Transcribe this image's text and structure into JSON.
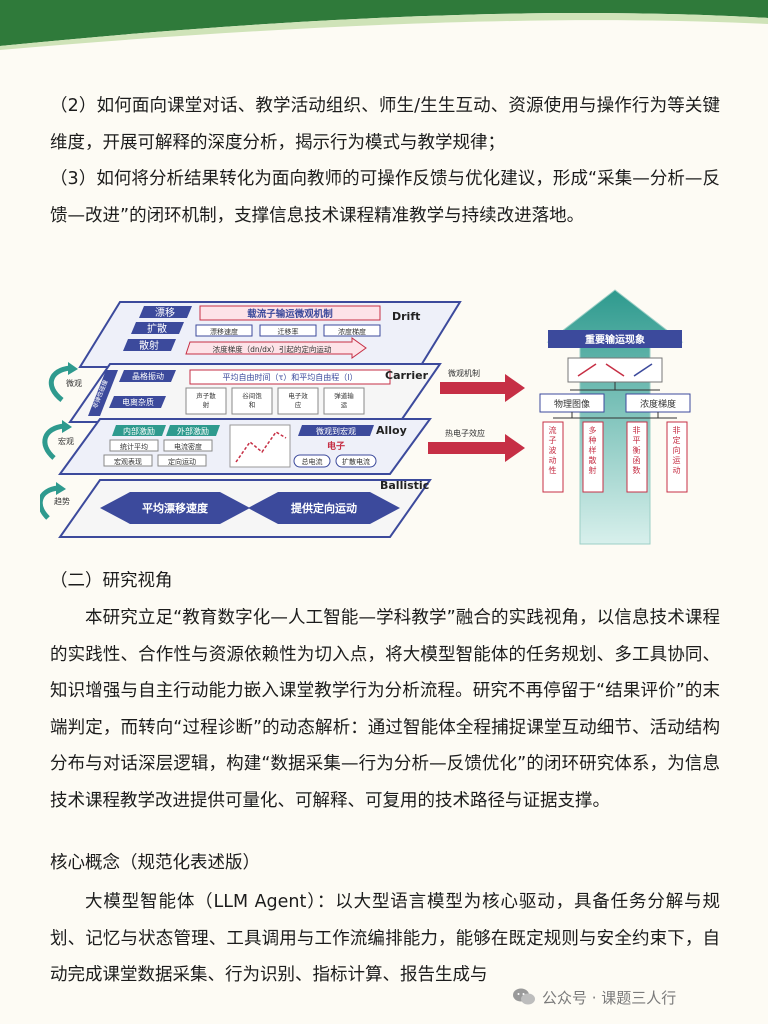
{
  "questions": {
    "q2": "（2）如何面向课堂对话、教学活动组织、师生/生生互动、资源使用与操作行为等关键维度，开展可解释的深度分析，揭示行为模式与教学规律；",
    "q3": "（3）如何将分析结果转化为面向教师的可操作反馈与优化建议，形成“采集—分析—反馈—改进”的闭环机制，支撑信息技术课程精准教学与持续改进落地。"
  },
  "figure": {
    "drift_tag": "Drift",
    "carrier_tag": "Carrier",
    "alloy_tag": "Alloy",
    "ballistic_tag": "Ballistic",
    "drift_box1": "漂移",
    "drift_box2": "扩散",
    "drift_box3": "散射",
    "drift_banner": "载流子输运微观机制",
    "drift_item1": "漂移速度",
    "drift_item2": "迁移率",
    "drift_item3": "浓度梯度",
    "drift_arrow": "浓度梯度（dn/dx）引起的定向运动",
    "carrier_side": "非弹性碰撞",
    "carrier_vib": "晶格振动",
    "carrier_ion": "电离杂质",
    "carrier_banner": "平均自由时间（τ）和平均自由程（l）",
    "carrier_c1": "声子散射",
    "carrier_c2": "谷间饱和",
    "carrier_c3": "电子效应",
    "carrier_c4": "弹道输运",
    "alloy_inner": "内部激励",
    "alloy_outer": "外部激励",
    "alloy_r1": "统计平均",
    "alloy_r2": "电流密度",
    "alloy_r3": "宏观表现",
    "alloy_r4": "定向运动",
    "alloy_bridge": "微观到宏观",
    "alloy_electron": "电子",
    "alloy_total": "总电流",
    "alloy_diff": "扩散电流",
    "ballistic_left": "平均漂移速度",
    "ballistic_right": "提供定向运动",
    "side_micro": "微观",
    "side_macro": "宏观",
    "side_trend": "趋势",
    "arrow_mid1": "微观机制",
    "arrow_mid2": "热电子效应",
    "pillar_top": "重要输运现象",
    "pillar_img": "物理图像",
    "pillar_grad": "浓度梯度",
    "col1": "流子波动性",
    "col2": "多种样散射",
    "col3": "非平衡函数",
    "col4": "非定向运动"
  },
  "section_heading": "（二）研究视角",
  "perspective_para": "本研究立足“教育数字化—人工智能—学科教学”融合的实践视角，以信息技术课程的实践性、合作性与资源依赖性为切入点，将大模型智能体的任务规划、多工具协同、知识增强与自主行动能力嵌入课堂教学行为分析流程。研究不再停留于“结果评价”的末端判定，而转向“过程诊断”的动态解析：通过智能体全程捕捉课堂互动细节、活动结构分布与对话深层逻辑，构建“数据采集—行为分析—反馈优化”的闭环研究体系，为信息技术课程教学改进提供可量化、可解释、可复用的技术路径与证据支撑。",
  "concept_heading": "核心概念（规范化表述版）",
  "concept_para": "大模型智能体（LLM Agent）：以大型语言模型为核心驱动，具备任务分解与规划、记忆与状态管理、工具调用与工作流编排能力，能够在既定规则与安全约束下，自动完成课堂数据采集、行为识别、指标计算、报告生成与",
  "watermark": "公众号 · 课题三人行",
  "colors": {
    "green": "#2e7d32",
    "band_light": "#cfe3b8",
    "fig_blue": "#3c4a9c",
    "fig_red": "#c62f45",
    "fig_teal": "#2e9a8e"
  }
}
